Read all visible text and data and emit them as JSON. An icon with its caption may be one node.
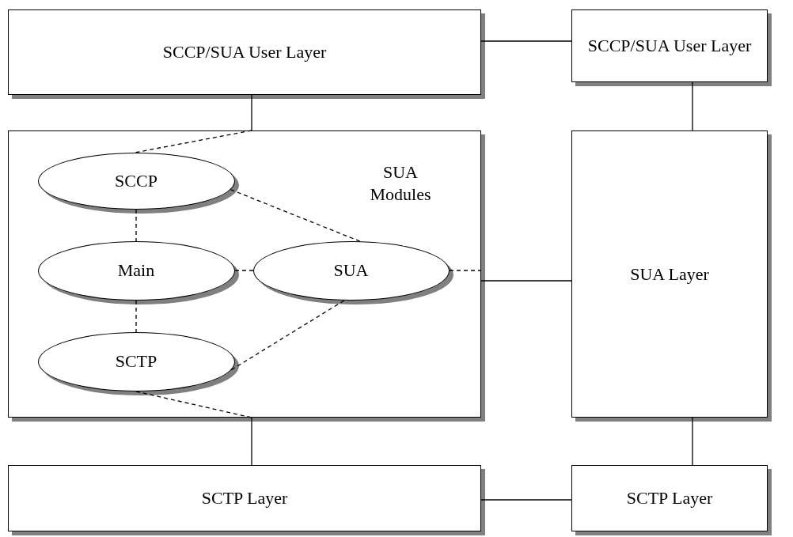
{
  "diagram": {
    "nodes": [
      {
        "text": [
          "SCCP/SUA User Layer"
        ]
      },
      {
        "text": [
          "SCCP/SUA User Layer"
        ]
      },
      {
        "text": [
          "SUA Modules"
        ]
      },
      {
        "text": [
          "SCCP"
        ],
        "in": 2
      },
      {
        "text": [
          "Main"
        ],
        "in": 2
      },
      {
        "text": [
          "SUA"
        ],
        "in": 2
      },
      {
        "text": [
          "SCTP"
        ],
        "in": 2
      },
      {
        "text": [
          "SUA Layer"
        ]
      },
      {
        "text": [
          "SCTP Layer"
        ]
      },
      {
        "text": [
          "SCTP Layer"
        ]
      }
    ],
    "edges": [
      {
        "from": 0,
        "to": 1,
        "arrow": "none"
      },
      {
        "from": 0,
        "to": 2,
        "arrow": "none"
      },
      {
        "from": 2,
        "to": 3,
        "arrow": "none",
        "style": "dashed"
      },
      {
        "from": 3,
        "to": 4,
        "arrow": "none",
        "style": "dashed"
      },
      {
        "from": 3,
        "to": 5,
        "arrow": "none",
        "style": "dashed"
      },
      {
        "from": 4,
        "to": 5,
        "arrow": "none",
        "style": "dashed"
      },
      {
        "from": 4,
        "to": 6,
        "arrow": "none",
        "style": "dashed"
      },
      {
        "from": 6,
        "to": 5,
        "arrow": "none",
        "style": "dashed"
      },
      {
        "from": 6,
        "to": 2,
        "arrow": "none",
        "style": "dashed"
      },
      {
        "from": 5,
        "to": 2,
        "arrow": "none",
        "style": "dashed"
      },
      {
        "from": 2,
        "to": 7,
        "arrow": "none"
      },
      {
        "from": 2,
        "to": 8,
        "arrow": "none"
      },
      {
        "from": 1,
        "to": 7,
        "arrow": "none"
      },
      {
        "from": 7,
        "to": 9,
        "arrow": "none"
      },
      {
        "from": 8,
        "to": 9,
        "arrow": "none"
      }
    ]
  }
}
